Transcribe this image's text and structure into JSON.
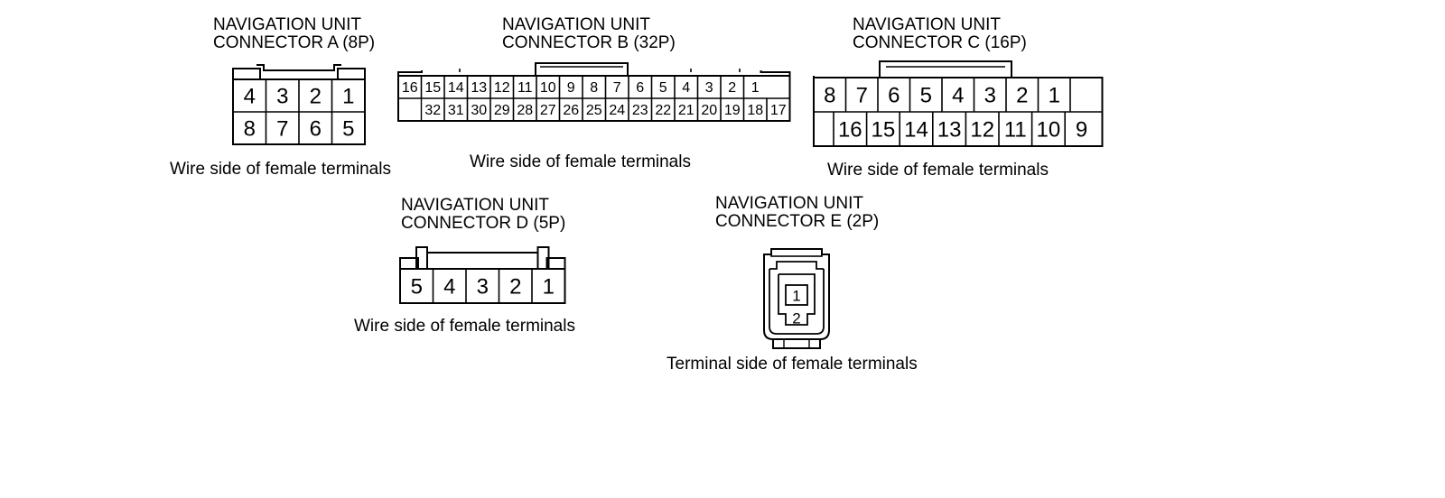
{
  "connectors": [
    {
      "id": "A",
      "title_line1": "NAVIGATION UNIT",
      "title_line2": "CONNECTOR A (8P)",
      "caption": "Wire side of female terminals",
      "rows": [
        [
          "4",
          "3",
          "2",
          "1"
        ],
        [
          "8",
          "7",
          "6",
          "5"
        ]
      ]
    },
    {
      "id": "B",
      "title_line1": "NAVIGATION UNIT",
      "title_line2": "CONNECTOR B (32P)",
      "caption": "Wire side of female terminals",
      "rows": [
        [
          "16",
          "15",
          "14",
          "13",
          "12",
          "11",
          "10",
          "9",
          "8",
          "7",
          "6",
          "5",
          "4",
          "3",
          "2",
          "1"
        ],
        [
          "32",
          "31",
          "30",
          "29",
          "28",
          "27",
          "26",
          "25",
          "24",
          "23",
          "22",
          "21",
          "20",
          "19",
          "18",
          "17"
        ]
      ]
    },
    {
      "id": "C",
      "title_line1": "NAVIGATION UNIT",
      "title_line2": "CONNECTOR C (16P)",
      "caption": "Wire side of female terminals",
      "rows": [
        [
          "8",
          "7",
          "6",
          "5",
          "4",
          "3",
          "2",
          "1"
        ],
        [
          "16",
          "15",
          "14",
          "13",
          "12",
          "11",
          "10",
          "9"
        ]
      ]
    },
    {
      "id": "D",
      "title_line1": "NAVIGATION UNIT",
      "title_line2": "CONNECTOR D (5P)",
      "caption": "Wire side of female terminals",
      "rows": [
        [
          "5",
          "4",
          "3",
          "2",
          "1"
        ]
      ]
    },
    {
      "id": "E",
      "title_line1": "NAVIGATION UNIT",
      "title_line2": "CONNECTOR E (2P)",
      "caption": "Terminal side of female terminals",
      "rows": [
        [
          "1"
        ],
        [
          "2"
        ]
      ]
    }
  ]
}
